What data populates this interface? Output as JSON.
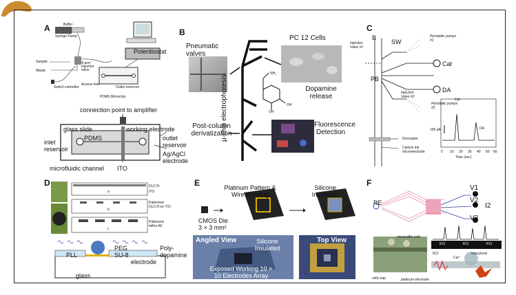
{
  "panels": {
    "a": "A",
    "b": "B",
    "c": "C",
    "d": "D",
    "e": "E",
    "f": "F"
  },
  "a": {
    "buffer": "Buffer",
    "syringe_pump": "Syringe Pump",
    "sample": "Sample",
    "waste": "Waste",
    "injection_valve": "4-port injection valve",
    "switch_controller": "Switch controller",
    "access_hole": "Access hole",
    "outlet_res_small": "Outlet reservoir",
    "pdms_microchip": "PDMS Microchip",
    "potentiostat": "Potentiostat",
    "conn_point": "connection point to amplifier",
    "glass_slide": "glass slide",
    "pdms": "PDMS",
    "working_electrode": "working electrode",
    "outlet_reservoir": "outlet reservoir",
    "inlet_reservoir": "inlet reservoir",
    "agagcl": "Ag/AgCl electrode",
    "microfluidic": "microfluidic channel",
    "ito": "ITO"
  },
  "b": {
    "pneumatic": "Pneumatic valves",
    "pc12": "PC 12 Cells",
    "uchip": "µ-chip electrophoresis",
    "dopamine": "Dopamine release",
    "nh2": "NH₂",
    "oh1": "OH",
    "oh2": "OH",
    "postcol": "Post-column derivatization",
    "fluor": "Fluorescence Detection"
  },
  "c": {
    "b": "B",
    "sw": "SW",
    "pb": "PB",
    "pump1": "Peristaltic pumps #1",
    "cat": "Cat",
    "da": "DA",
    "pump2": "Peristaltic pumps #2",
    "inj1": "Injection Valve #1",
    "inj2": "Injection Valve #2",
    "peak_cat": "Cat",
    "peak_da": "DA",
    "scale": "100 pA",
    "decoupler": "Decoupler",
    "carbon": "Carbon ink microelectrode",
    "xlabel": "Time (sec)",
    "ticks": [
      "0",
      "10",
      "20",
      "30",
      "40",
      "50",
      "60"
    ]
  },
  "d": {
    "dlcn": "DLC:N",
    "ito": "ITO",
    "pat_dlc": "Patterned DLC:N on ITO",
    "pat_teflon": "Patterned teflon AF",
    "a": "a",
    "b": "b",
    "c": "c",
    "pll": "PLL",
    "peg": "PEG",
    "su8": "SU-8",
    "polydop": "Poly-dopamine",
    "electrode": "electrode",
    "glass": "glass"
  },
  "e": {
    "platinum": "Platinum Pattern & Wire Bonding",
    "silicone": "Silicone Insulation",
    "cmos": "CMOS Die",
    "cmos_size": "3 × 3 mm²",
    "angled": "Angled View",
    "sil_ins": "Silicone Insulated",
    "exposed": "Exposed Working 10 × 10 Electrodes Array",
    "top": "Top View"
  },
  "f": {
    "re": "RE",
    "v1": "V1",
    "v2": "V2",
    "v3": "V3",
    "i2": "I2",
    "kcl": "KCl",
    "chromaffin": "chromaffin cells",
    "exocytosis": "exocytosis",
    "cells_trap": "cells trap",
    "platinum_el": "platinum electrode",
    "ca": "Ca²⁺"
  },
  "colors": {
    "logo": "#c98a2e",
    "pink": "#e06a8a",
    "blue": "#2b3f9e",
    "ink": "#111111",
    "green": "#5a8a3a"
  }
}
